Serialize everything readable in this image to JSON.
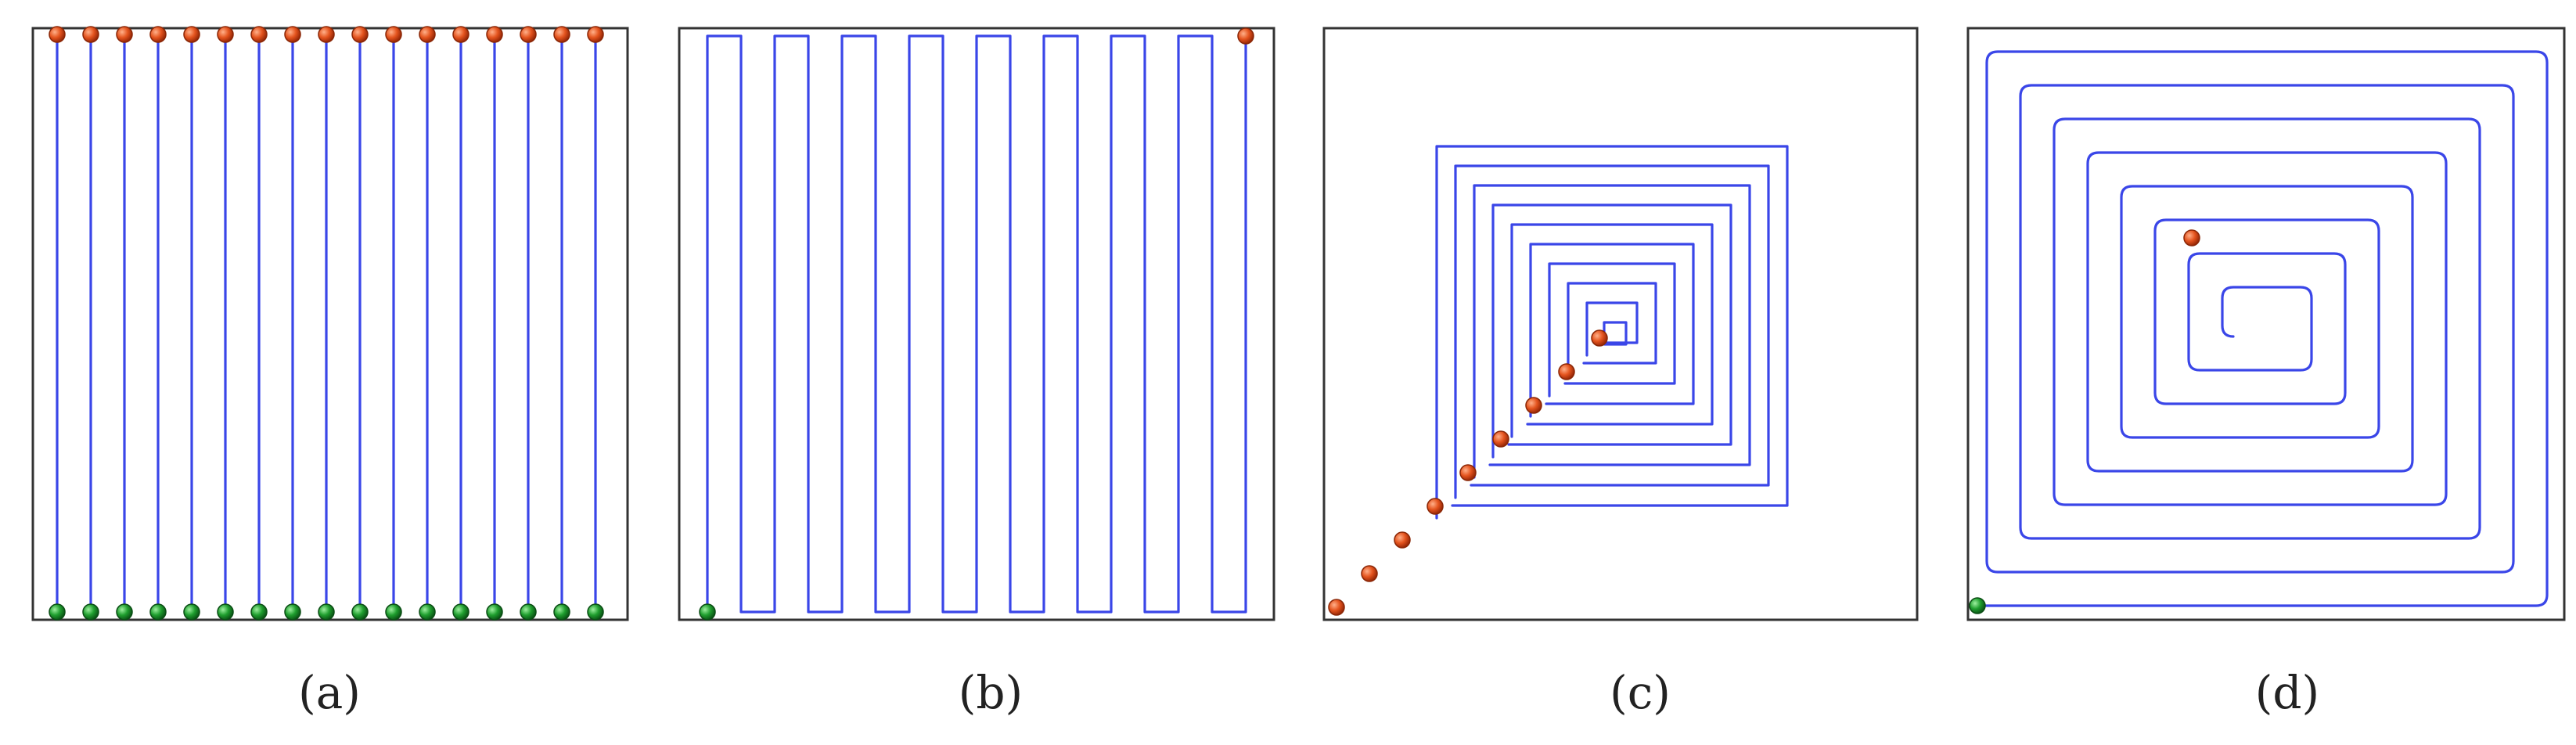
{
  "figure": {
    "panels": [
      {
        "id": "a",
        "label": "(a)",
        "pattern": "parallel-lines",
        "description": ""
      },
      {
        "id": "b",
        "label": "(b)",
        "pattern": "serpentine",
        "description": ""
      },
      {
        "id": "c",
        "label": "(c)",
        "pattern": "square-spiral-multi",
        "description": ""
      },
      {
        "id": "d",
        "label": "(d)",
        "pattern": "square-spiral-single",
        "description": ""
      }
    ]
  },
  "colors": {
    "path": "#3a46e8",
    "frame": "#333333",
    "start_node": "#1f9e2e",
    "end_node": "#e4541e",
    "label": "#222222"
  }
}
